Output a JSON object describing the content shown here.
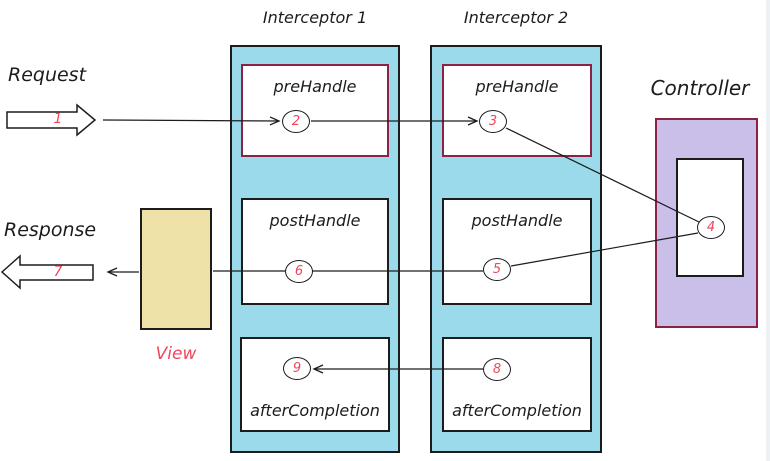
{
  "colors": {
    "ink": "#1c1c1c",
    "interceptor_fill": "#9bdaea",
    "controller_fill": "#c9bfe8",
    "view_fill": "#eee2a9",
    "accent_border": "#8b2242",
    "step_red": "#f0455c"
  },
  "request": {
    "label": "Request",
    "step": "1"
  },
  "response": {
    "label": "Response",
    "step": "7"
  },
  "view": {
    "label": "View"
  },
  "controller": {
    "title": "Controller",
    "step": "4"
  },
  "interceptors": [
    {
      "title": "Interceptor 1",
      "methods": [
        {
          "name": "preHandle",
          "step": "2"
        },
        {
          "name": "postHandle",
          "step": "6"
        },
        {
          "name": "afterCompletion",
          "step": "9"
        }
      ]
    },
    {
      "title": "Interceptor 2",
      "methods": [
        {
          "name": "preHandle",
          "step": "3"
        },
        {
          "name": "postHandle",
          "step": "5"
        },
        {
          "name": "afterCompletion",
          "step": "8"
        }
      ]
    }
  ]
}
